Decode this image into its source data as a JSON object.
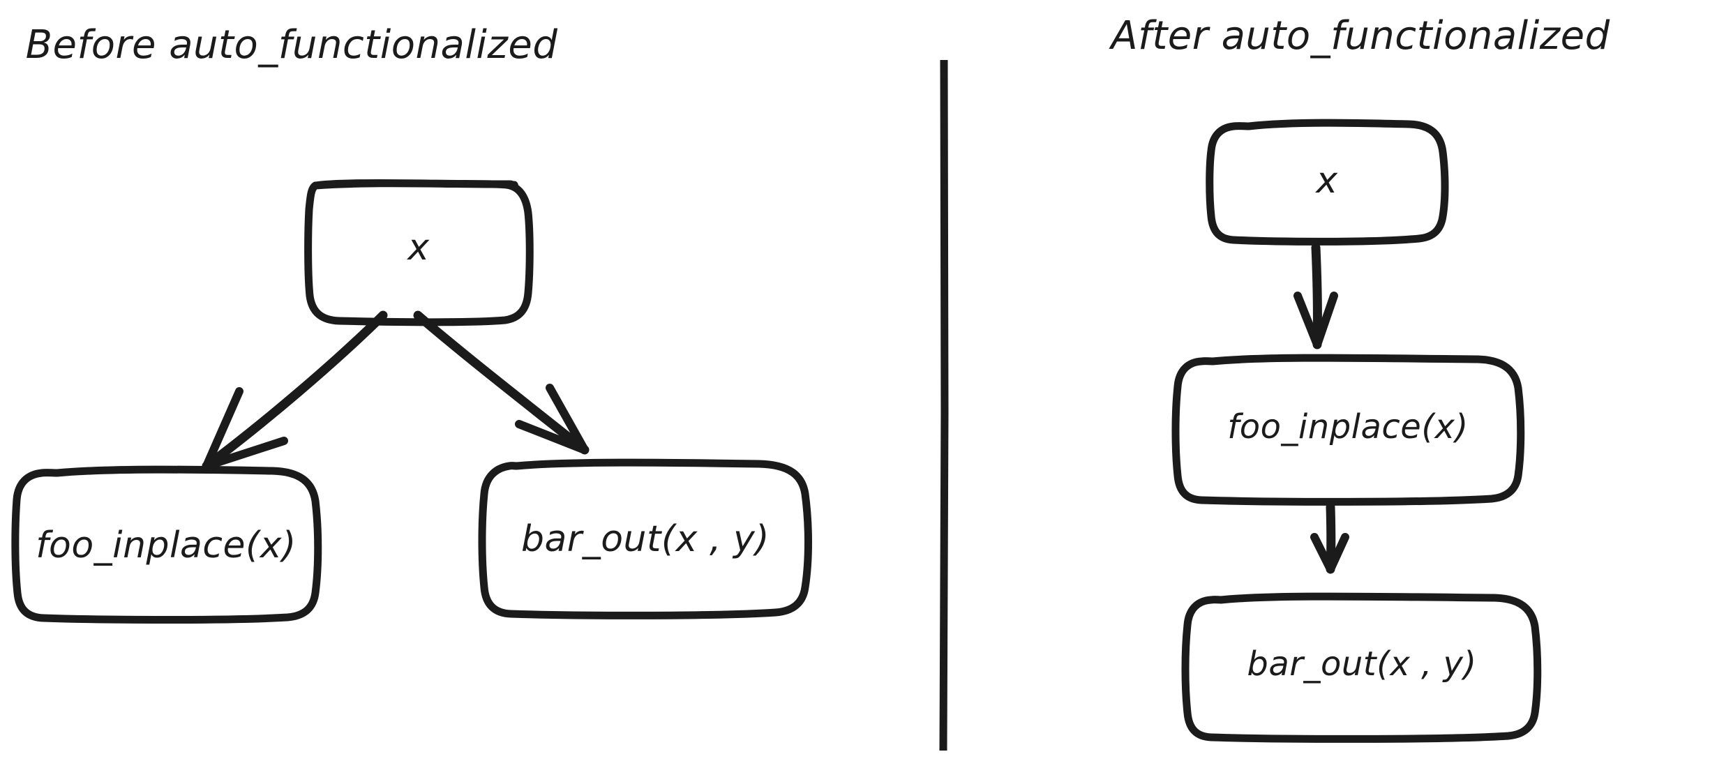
{
  "diagram": {
    "title_left": "Before auto_functionalized",
    "title_right": "After auto_functionalized",
    "background_color": "#ffffff",
    "stroke_color": "#1b1b1b",
    "style": "hand-drawn sketch"
  },
  "panels": [
    {
      "id": "before",
      "title": "Before auto_functionalized",
      "layout": "tree",
      "nodes": [
        {
          "id": "x-before",
          "label": "x"
        },
        {
          "id": "foo-inplace-before",
          "label": "foo_inplace(x)"
        },
        {
          "id": "bar-out-before",
          "label": "bar_out(x , y)"
        }
      ],
      "edges": [
        {
          "from": "x-before",
          "to": "foo-inplace-before",
          "direction": "down-left"
        },
        {
          "from": "x-before",
          "to": "bar-out-before",
          "direction": "down-right"
        }
      ]
    },
    {
      "id": "after",
      "title": "After auto_functionalized",
      "layout": "chain",
      "nodes": [
        {
          "id": "x-after",
          "label": "x"
        },
        {
          "id": "foo-inplace-after",
          "label": "foo_inplace(x)"
        },
        {
          "id": "bar-out-after",
          "label": "bar_out(x , y)"
        }
      ],
      "edges": [
        {
          "from": "x-after",
          "to": "foo-inplace-after",
          "direction": "down"
        },
        {
          "from": "foo-inplace-after",
          "to": "bar-out-after",
          "direction": "down"
        }
      ]
    }
  ],
  "divider": {
    "name": "vertical-divider",
    "orientation": "vertical"
  }
}
